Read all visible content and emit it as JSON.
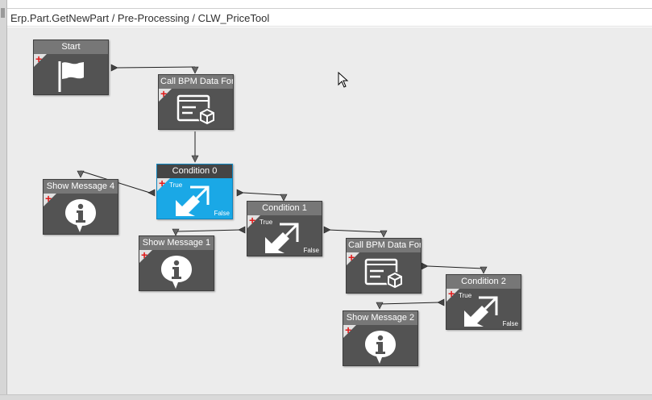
{
  "breadcrumb": "Erp.Part.GetNewPart / Pre-Processing / CLW_PriceTool",
  "labels": {
    "true": "True",
    "false": "False",
    "add": "+"
  },
  "colors": {
    "canvas": "#ececec",
    "node": "#535353",
    "node_title": "#777777",
    "selected": "#1aa8e6",
    "plus": "#e01a1a",
    "connector": "#202020"
  },
  "nodes": {
    "start": {
      "title": "Start",
      "icon": "flag-icon"
    },
    "call1": {
      "title": "Call BPM Data Form",
      "icon": "form-cube-icon"
    },
    "cond0": {
      "title": "Condition 0",
      "icon": "condition-arrows-icon",
      "selected": true
    },
    "msg4": {
      "title": "Show Message 4",
      "icon": "info-bubble-icon"
    },
    "cond1": {
      "title": "Condition 1",
      "icon": "condition-arrows-icon"
    },
    "msg1": {
      "title": "Show Message 1",
      "icon": "info-bubble-icon"
    },
    "call2": {
      "title": "Call BPM Data Form",
      "icon": "form-cube-icon"
    },
    "cond2": {
      "title": "Condition 2",
      "icon": "condition-arrows-icon"
    },
    "msg2": {
      "title": "Show Message 2",
      "icon": "info-bubble-icon"
    }
  }
}
